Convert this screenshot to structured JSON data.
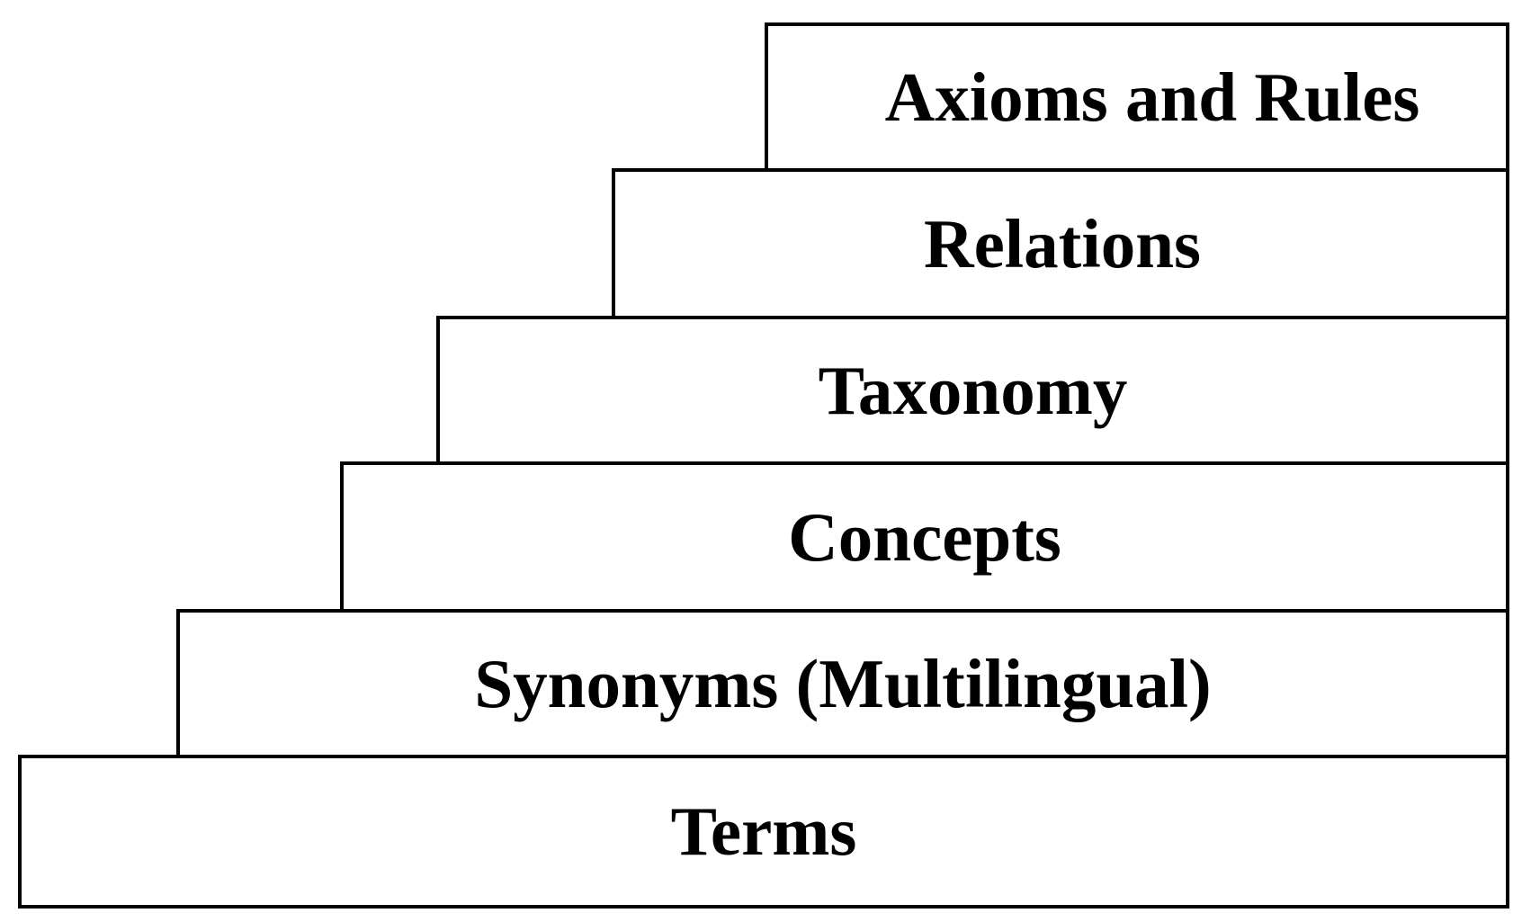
{
  "diagram": {
    "steps": [
      {
        "label": "Axioms and Rules"
      },
      {
        "label": "Relations"
      },
      {
        "label": "Taxonomy"
      },
      {
        "label": "Concepts"
      },
      {
        "label": "Synonyms (Multilingual)"
      },
      {
        "label": "Terms"
      }
    ]
  },
  "colors": {
    "border": "#000000",
    "fill": "#ffffff",
    "text": "#000000"
  }
}
